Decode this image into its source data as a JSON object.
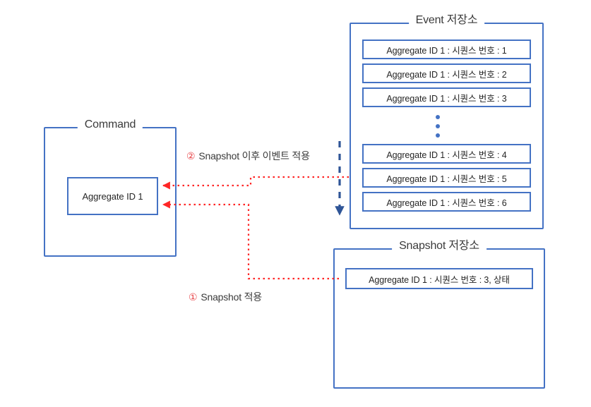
{
  "diagram": {
    "title_implied": "Event Sourcing Snapshot Restore Flow",
    "colors": {
      "box_border": "#4472c4",
      "dashed_arrow": "#2f5597",
      "dotted_flow": "#ff2626",
      "step_number": "#e8464a",
      "text": "#262626",
      "background": "#ffffff"
    }
  },
  "command": {
    "title": "Command",
    "aggregate_label": "Aggregate ID 1"
  },
  "event_store": {
    "title": "Event 저장소",
    "ellipsis": "⋮",
    "items": [
      {
        "label": "Aggregate ID 1 : 시퀀스 번호 : 1"
      },
      {
        "label": "Aggregate ID 1 : 시퀀스 번호 : 2"
      },
      {
        "label": "Aggregate ID 1 : 시퀀스 번호 : 3"
      },
      {
        "label": "Aggregate ID 1 : 시퀀스 번호 : 4"
      },
      {
        "label": "Aggregate ID 1 : 시퀀스 번호 : 5"
      },
      {
        "label": "Aggregate ID 1 : 시퀀스 번호 : 6"
      }
    ]
  },
  "snapshot_store": {
    "title": "Snapshot 저장소",
    "items": [
      {
        "label": "Aggregate ID 1 : 시퀀스 번호 : 3, 상태"
      }
    ]
  },
  "flows": [
    {
      "id": "step-2",
      "number": "②",
      "label": "Snapshot 이후 이벤트 적용"
    },
    {
      "id": "step-1",
      "number": "①",
      "label": "Snapshot 적용"
    }
  ]
}
